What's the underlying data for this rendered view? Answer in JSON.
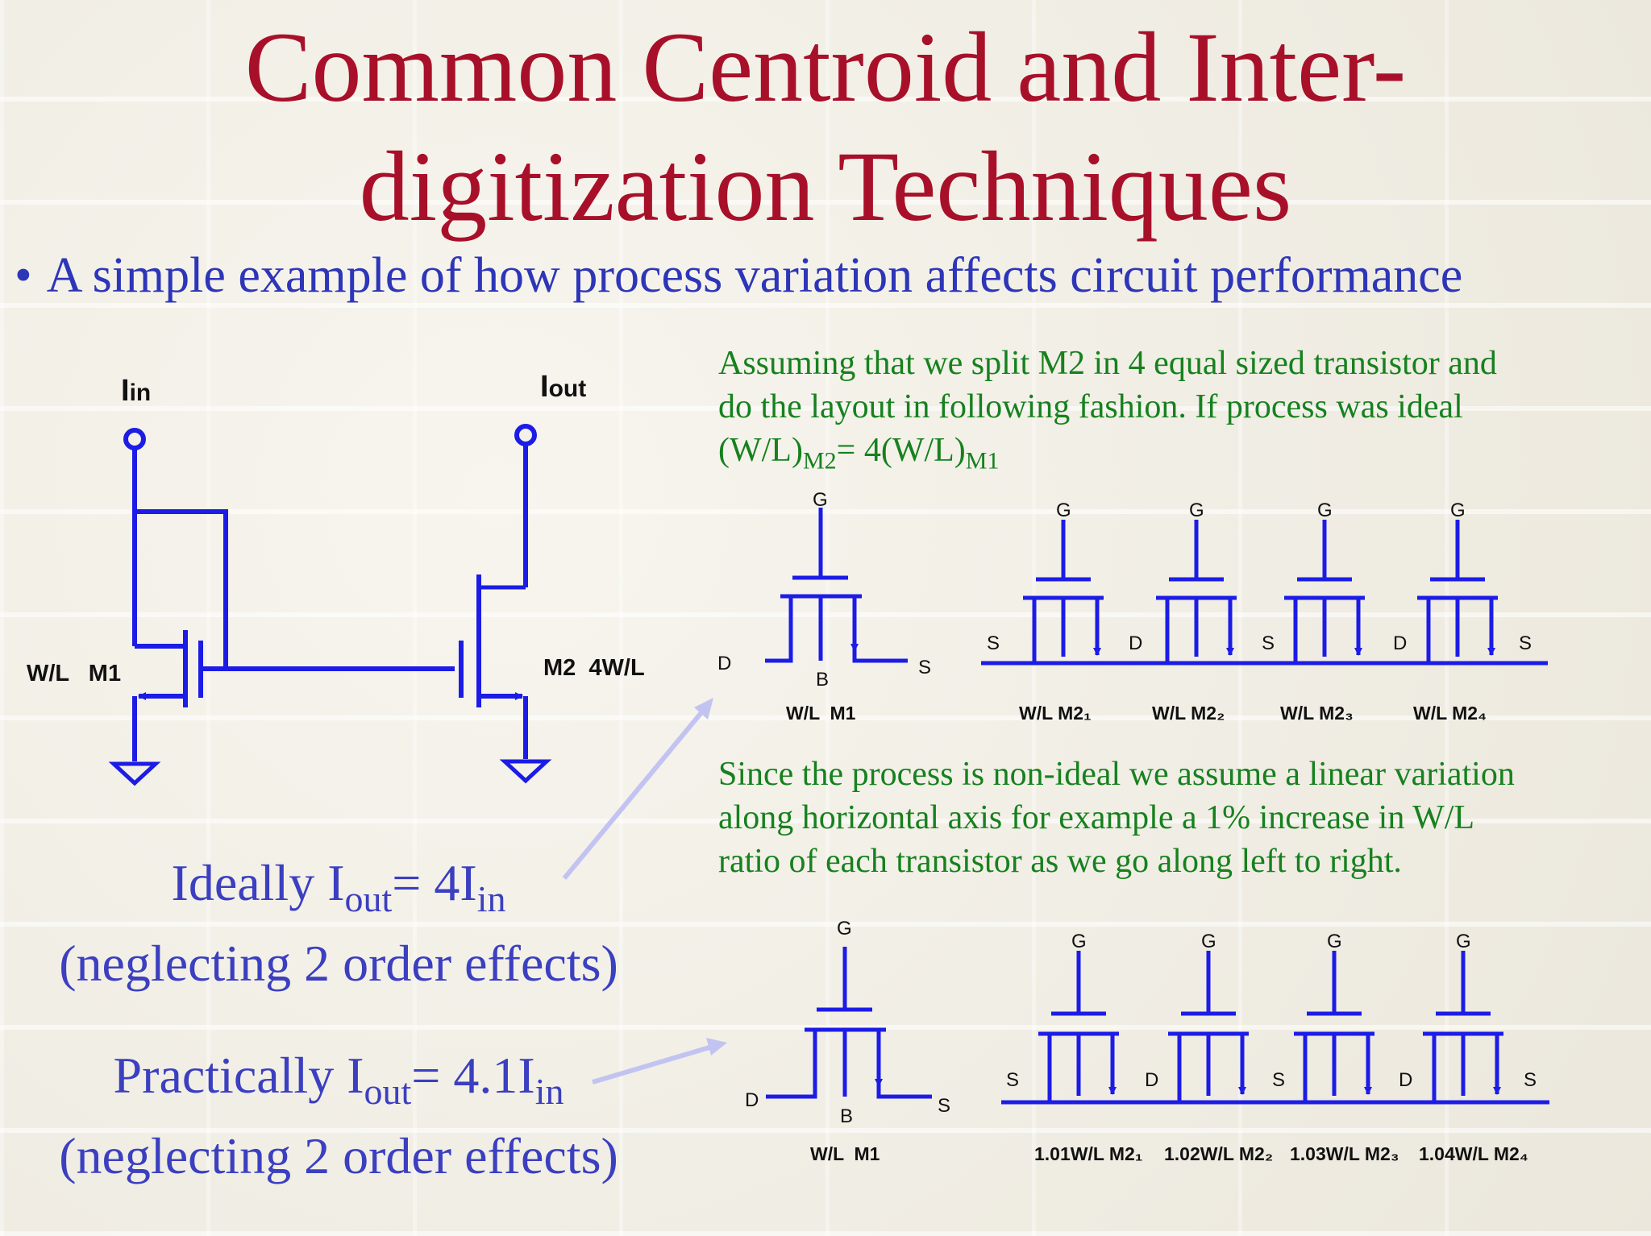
{
  "title": {
    "line1": "Common Centroid and Inter-",
    "line2": "digitization Techniques"
  },
  "bullet": {
    "marker": "•",
    "text": "A simple example of how process variation affects circuit performance"
  },
  "circuit": {
    "iin_label": "I",
    "iin_sub": "in",
    "iout_label": "I",
    "iout_sub": "out",
    "m1_label": "W/L   M1",
    "m2_label": "M2  4W/L"
  },
  "assumption": {
    "line1": "Assuming that we split M2 in 4 equal sized transistor and",
    "line2": "do the layout in following fashion. If process was ideal",
    "line3_a": "(W/L)",
    "line3_sub1": "M2",
    "line3_b": "= 4(W/L)",
    "line3_sub2": "M1"
  },
  "variation": {
    "line1": "Since the process is non-ideal we assume a linear variation",
    "line2": "along horizontal axis for example a 1% increase in W/L",
    "line3": "ratio of each transistor as we go along left to right."
  },
  "ideal": {
    "a": "Ideally I",
    "sub1": "out",
    "b": "= 4I",
    "sub2": "in",
    "line2": "(neglecting 2 order effects)"
  },
  "practical": {
    "a": "Practically I",
    "sub1": "out",
    "b": "= 4.1I",
    "sub2": "in",
    "line2": "(neglecting 2 order effects)"
  },
  "row1": {
    "m1_gate": "G",
    "m1_drain": "D",
    "m1_bulk": "B",
    "m1_source": "S",
    "m1_label": "W/L  M1",
    "gates": [
      "G",
      "G",
      "G",
      "G"
    ],
    "nodes": [
      "S",
      "D",
      "S",
      "D",
      "S"
    ],
    "labels": [
      "W/L  M2₁",
      "W/L  M2₂",
      "W/L  M2₃",
      "W/L  M2₄"
    ]
  },
  "row2": {
    "m1_gate": "G",
    "m1_drain": "D",
    "m1_bulk": "B",
    "m1_source": "S",
    "m1_label": "W/L  M1",
    "gates": [
      "G",
      "G",
      "G",
      "G"
    ],
    "nodes": [
      "S",
      "D",
      "S",
      "D",
      "S"
    ],
    "labels": [
      "1.01W/L  M2₁",
      "1.02W/L M2₂",
      "1.03W/L M2₃",
      "1.04W/L  M2₄"
    ]
  },
  "colors": {
    "title": "#a8102a",
    "bullet": "#2d35b8",
    "green_text": "#16811e",
    "wire": "#1c1ce6",
    "arrow": "#c3c3f2"
  }
}
